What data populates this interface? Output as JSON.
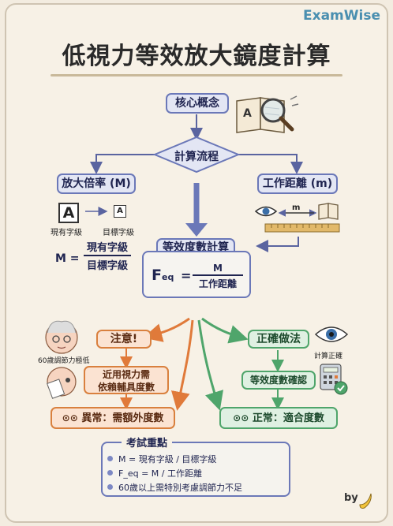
{
  "brand": "ExamWise",
  "title": "低視力等效放大鏡度計算",
  "core": "核心概念",
  "flow": "計算流程",
  "magnification": {
    "label": "放大倍率 (M)",
    "big_letter": "A",
    "small_letter": "A",
    "current_size": "現有字級",
    "target_size": "目標字級",
    "formula_lhs": "M =",
    "formula_num": "現有字級",
    "formula_den": "目標字級"
  },
  "distance": {
    "label": "工作距離 (m)",
    "unit": "m"
  },
  "equivalent": {
    "label": "等效度數計算",
    "f": "F",
    "sub": "eq",
    "equals": "=",
    "num": "M",
    "den": "工作距離"
  },
  "left_branch": {
    "caution": "注意!",
    "age_note": "60歲調節力極低",
    "need": [
      "近用視力需",
      "依賴輔具度數"
    ],
    "result": "異常：需額外度數"
  },
  "right_branch": {
    "correct": "正確做法",
    "calc_note": "計算正確",
    "confirm": "等效度數確認",
    "result": "正常：適合度數"
  },
  "summary": {
    "title": "考試重點",
    "items": [
      "M = 現有字級 / 目標字級",
      "F_eq = M / 工作距離",
      "60歲以上需特別考慮調節力不足"
    ]
  },
  "signature": "by",
  "colors": {
    "accent": "#6b78b8",
    "orange": "#d9803e",
    "green": "#4fa56b",
    "brand": "#4a8fb0"
  }
}
